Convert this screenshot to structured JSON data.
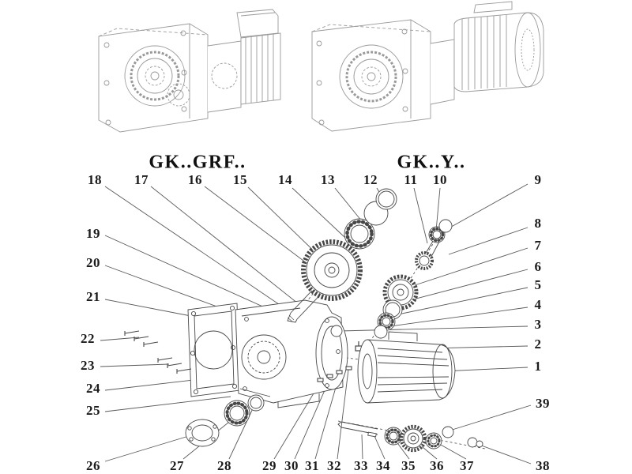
{
  "titles": {
    "left": "GK..GRF..",
    "right": "GK..Y.."
  },
  "callouts": [
    "1",
    "2",
    "3",
    "4",
    "5",
    "6",
    "7",
    "8",
    "9",
    "10",
    "11",
    "12",
    "13",
    "14",
    "15",
    "16",
    "17",
    "18",
    "19",
    "20",
    "21",
    "22",
    "23",
    "24",
    "25",
    "26",
    "27",
    "28",
    "29",
    "30",
    "31",
    "32",
    "33",
    "34",
    "35",
    "36",
    "37",
    "38",
    "39"
  ],
  "colors": {
    "line": "#4a4a4a",
    "light_line": "#979797",
    "text": "#1b1b1b",
    "background": "#ffffff"
  },
  "drawing_labels": {
    "left_variant": "gearbox with input flange (GRF)",
    "right_variant": "gearbox with motor (Y)"
  }
}
